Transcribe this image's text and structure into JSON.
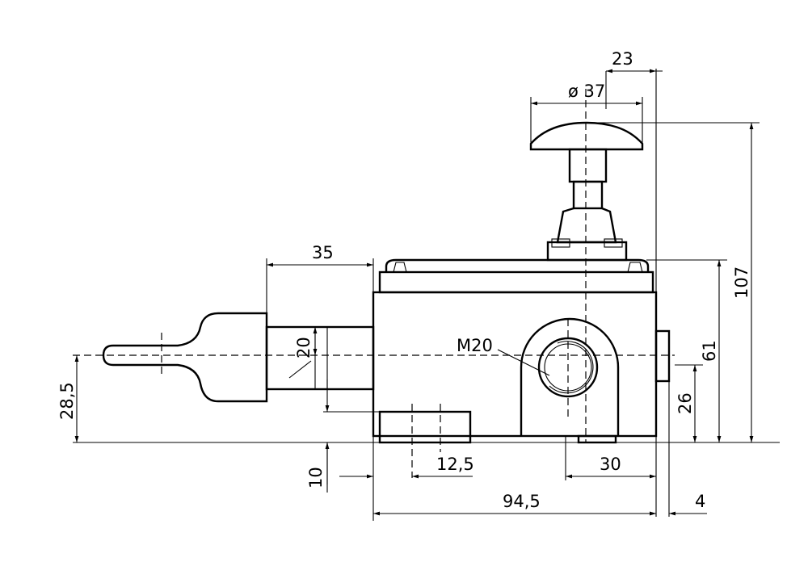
{
  "drawing": {
    "dimensions": {
      "offset_23": "23",
      "diameter_37": "ø 37",
      "lever_35": "35",
      "height_107": "107",
      "height_61": "61",
      "thread": "M20",
      "lever_20": "20",
      "height_28_5": "28,5",
      "height_26": "26",
      "height_10": "10",
      "width_12_5": "12,5",
      "width_30": "30",
      "width_94_5": "94,5",
      "width_4": "4"
    }
  }
}
